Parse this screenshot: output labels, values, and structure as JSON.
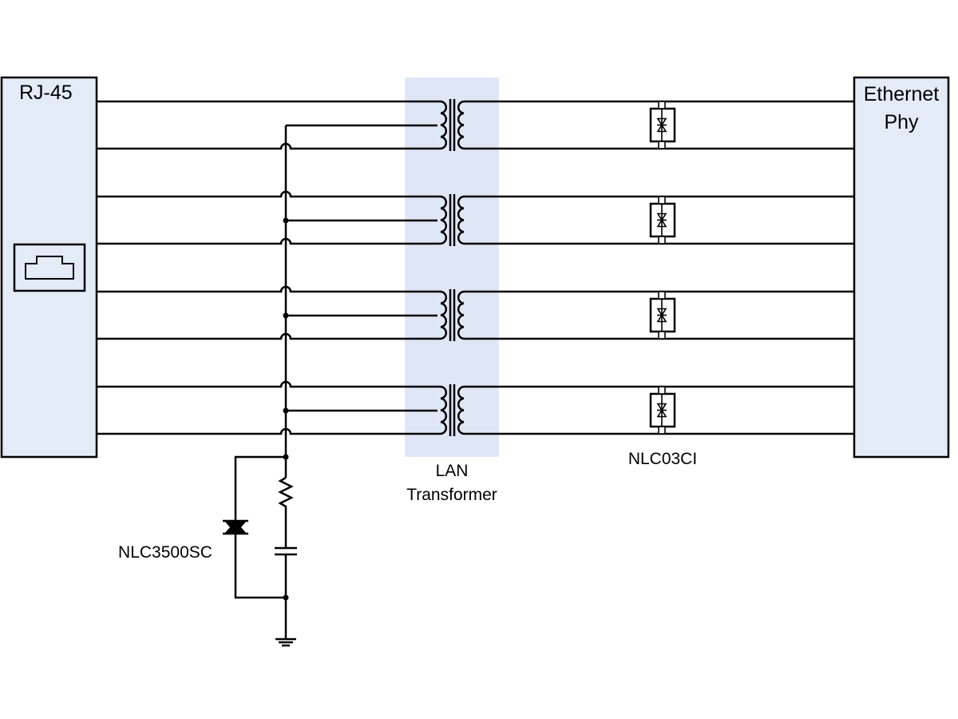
{
  "diagram": {
    "rj45": {
      "label": "RJ-45"
    },
    "phy": {
      "label_line1": "Ethernet",
      "label_line2": "Phy"
    },
    "transformer": {
      "label_line1": "LAN",
      "label_line2": "Transformer"
    },
    "tvs_array": {
      "label": "NLC03CI"
    },
    "surge_device": {
      "label": "NLC3500SC"
    },
    "colors": {
      "box_fill": "#e3ebf7",
      "highlight_fill": "#dfe7f6",
      "line": "#000000"
    },
    "channel_count": 4
  }
}
